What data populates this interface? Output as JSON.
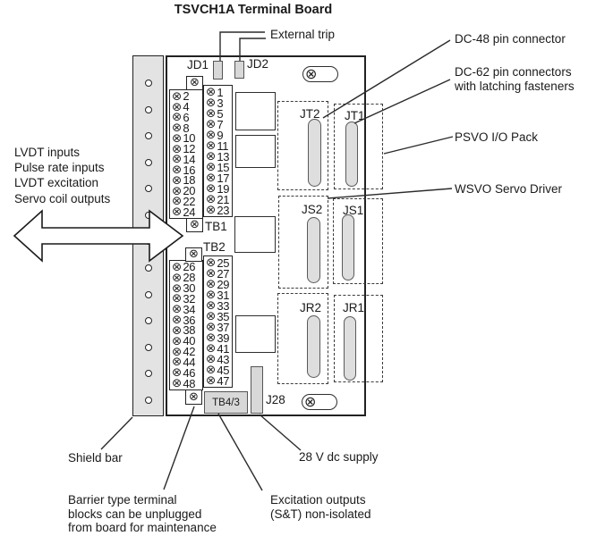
{
  "title": "TSVCH1A Terminal Board",
  "left_signal_labels": [
    "LVDT inputs",
    "Pulse rate inputs",
    "LVDT excitation",
    "Servo coil outputs"
  ],
  "callouts": {
    "external_trip": "External trip",
    "dc48": "DC-48 pin connector",
    "dc62": [
      "DC-62 pin connectors",
      "with latching fasteners"
    ],
    "psvo": "PSVO I/O Pack",
    "wsvo": "WSVO Servo Driver",
    "shield_bar": "Shield bar",
    "barrier": [
      "Barrier type terminal",
      "blocks can be unplugged",
      "from board for maintenance"
    ],
    "supply_28v": "28 V dc supply",
    "excitation": [
      "Excitation outputs",
      "(S&T) non-isolated"
    ]
  },
  "board": {
    "jd1": "JD1",
    "jd2": "JD2",
    "tb1": {
      "label": "TB1",
      "even_terminals": [
        2,
        4,
        6,
        8,
        10,
        12,
        14,
        16,
        18,
        20,
        22,
        24
      ],
      "odd_terminals": [
        1,
        3,
        5,
        7,
        9,
        11,
        13,
        15,
        17,
        19,
        21,
        23
      ]
    },
    "tb2": {
      "label": "TB2",
      "even_terminals": [
        26,
        28,
        30,
        32,
        34,
        36,
        38,
        40,
        42,
        44,
        46,
        48
      ],
      "odd_terminals": [
        25,
        27,
        29,
        31,
        33,
        35,
        37,
        39,
        41,
        43,
        45,
        47
      ]
    },
    "io_connectors": [
      {
        "label": "JT2"
      },
      {
        "label": "JT1"
      },
      {
        "label": "JS2"
      },
      {
        "label": "JS1"
      },
      {
        "label": "JR2"
      },
      {
        "label": "JR1"
      }
    ],
    "j28": "J28",
    "tb43": "TB4/3"
  },
  "icons": {
    "terminal_screw": "⊗",
    "panel_screw": "⊗"
  },
  "colors": {
    "shield_fill": "#e3e3e3",
    "connector_fill": "#d8d8d8",
    "pill_fill": "#dedede",
    "line": "#2e2e2e",
    "text": "#1a1a1a",
    "background": "#ffffff"
  }
}
